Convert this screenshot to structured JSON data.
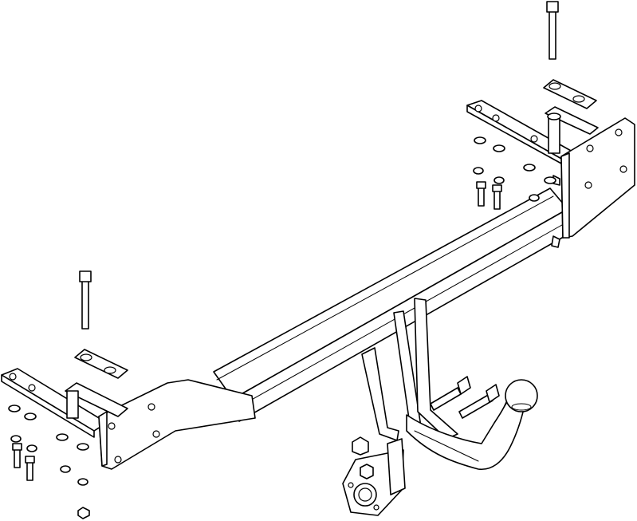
{
  "diagram": {
    "parts": [
      "crossbar-beam",
      "left-side-bracket",
      "right-side-bracket",
      "neck-mount-plates",
      "tow-ball-neck",
      "tow-ball",
      "socket-plate",
      "long-bolts",
      "spacer-plates",
      "short-bolts",
      "nuts",
      "washers"
    ],
    "colors": {
      "line": "#000000",
      "fill": "#ffffff"
    }
  }
}
